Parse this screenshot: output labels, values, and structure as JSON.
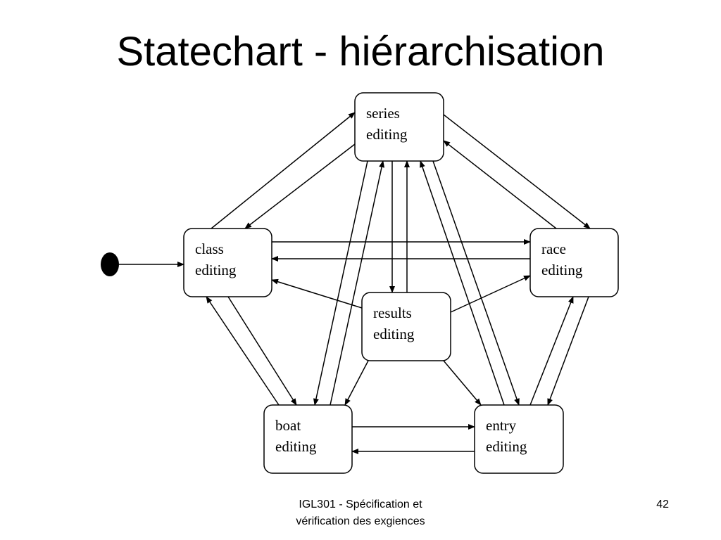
{
  "slide": {
    "title": "Statechart - hiérarchisation",
    "footer_line1": "IGL301 - Spécification et",
    "footer_line2": "vérification des exgiences",
    "page_number": "42"
  },
  "diagram": {
    "states": [
      {
        "id": "series",
        "line1": "series",
        "line2": "editing"
      },
      {
        "id": "class",
        "line1": "class",
        "line2": "editing"
      },
      {
        "id": "race",
        "line1": "race",
        "line2": "editing"
      },
      {
        "id": "results",
        "line1": "results",
        "line2": "editing"
      },
      {
        "id": "boat",
        "line1": "boat",
        "line2": "editing"
      },
      {
        "id": "entry",
        "line1": "entry",
        "line2": "editing"
      }
    ],
    "initial_state_target": "class",
    "transitions": [
      {
        "from": "class",
        "to": "series"
      },
      {
        "from": "series",
        "to": "class"
      },
      {
        "from": "series",
        "to": "race"
      },
      {
        "from": "race",
        "to": "series"
      },
      {
        "from": "class",
        "to": "race"
      },
      {
        "from": "race",
        "to": "class"
      },
      {
        "from": "results",
        "to": "class"
      },
      {
        "from": "results",
        "to": "race"
      },
      {
        "from": "series",
        "to": "results"
      },
      {
        "from": "results",
        "to": "series"
      },
      {
        "from": "series",
        "to": "boat"
      },
      {
        "from": "boat",
        "to": "series"
      },
      {
        "from": "series",
        "to": "entry"
      },
      {
        "from": "entry",
        "to": "series"
      },
      {
        "from": "class",
        "to": "boat"
      },
      {
        "from": "boat",
        "to": "class"
      },
      {
        "from": "race",
        "to": "entry"
      },
      {
        "from": "entry",
        "to": "race"
      },
      {
        "from": "results",
        "to": "boat"
      },
      {
        "from": "results",
        "to": "entry"
      },
      {
        "from": "boat",
        "to": "entry"
      },
      {
        "from": "entry",
        "to": "boat"
      }
    ]
  }
}
